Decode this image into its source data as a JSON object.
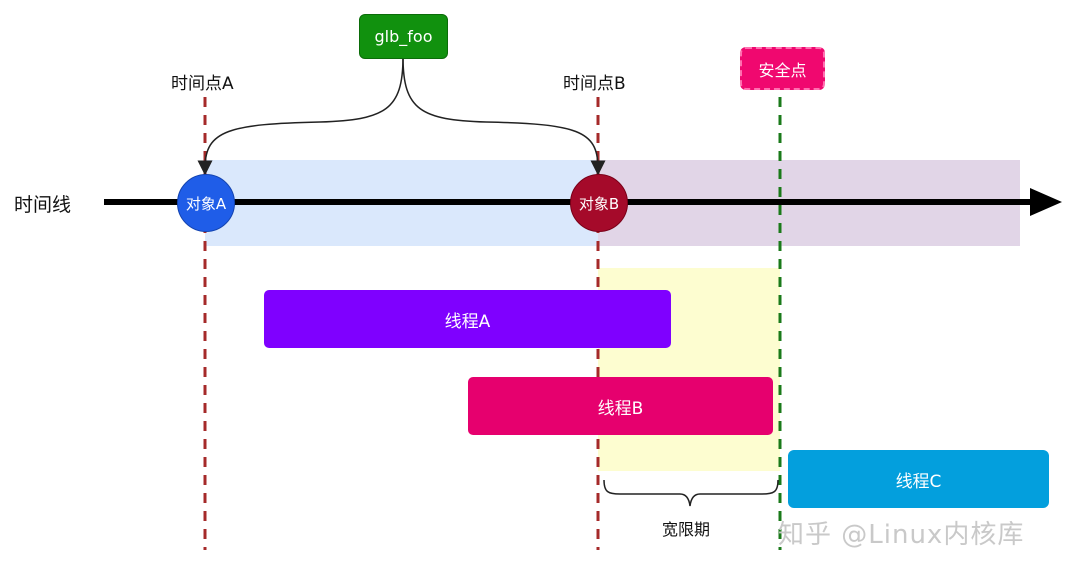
{
  "timeline_label": "时间线",
  "time_point_a": "时间点A",
  "time_point_b": "时间点B",
  "safe_point": "安全点",
  "variable": "glb_foo",
  "object_a": "对象A",
  "object_b": "对象B",
  "threads": {
    "a": "线程A",
    "b": "线程B",
    "c": "线程C"
  },
  "grace_period": "宽限期",
  "watermark": "知乎 @Linux内核库",
  "colors": {
    "object_a": "#1f5de8",
    "object_b": "#a50a2a",
    "thread_a": "#7f00ff",
    "thread_b": "#e6006e",
    "thread_c": "#039fdd",
    "variable": "#11910e",
    "safe_point": "#f0086f",
    "band_before": "#dae8fc",
    "band_after": "#e1d5e7",
    "grace_band": "#fdfdd0"
  }
}
